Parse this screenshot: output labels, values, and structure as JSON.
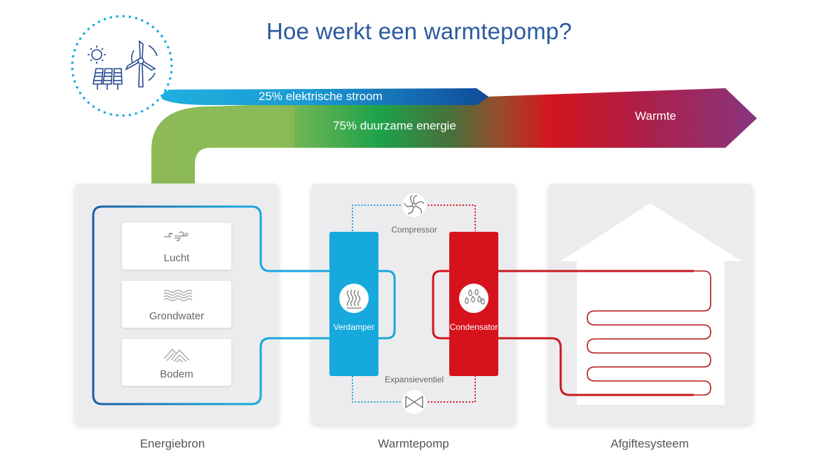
{
  "title": "Hoe werkt een warmtepomp?",
  "renewable_badge": {
    "icons": [
      "sun-icon",
      "solar-panel-icon",
      "wind-turbine-icon"
    ]
  },
  "flows": {
    "electric": {
      "label": "25% elektrische stroom",
      "color_start": "#1aa8dc",
      "color_end": "#0f4b9a"
    },
    "renewable": {
      "label": "75% duurzame energie",
      "color_start": "#8dba57",
      "color_mid": "#1a9e4a"
    },
    "heat": {
      "label": "Warmte",
      "color_mid": "#d0141c",
      "color_end": "#8a3384"
    }
  },
  "panels": {
    "source": {
      "label": "Energiebron",
      "items": [
        {
          "label": "Lucht",
          "icon": "wind-icon"
        },
        {
          "label": "Grondwater",
          "icon": "water-waves-icon"
        },
        {
          "label": "Bodem",
          "icon": "ground-layers-icon"
        }
      ]
    },
    "heatpump": {
      "label": "Warmtepomp",
      "evaporator": {
        "label": "Verdamper",
        "icon": "steam-icon",
        "color": "#16a9dd"
      },
      "condenser": {
        "label": "Condensator",
        "icon": "droplets-icon",
        "color": "#d6121c"
      },
      "compressor": {
        "label": "Compressor",
        "icon": "fan-icon"
      },
      "expansion_valve": {
        "label": "Expansieventiel",
        "icon": "valve-icon"
      }
    },
    "distribution": {
      "label": "Afgiftesysteem",
      "icon": "house-icon"
    }
  }
}
